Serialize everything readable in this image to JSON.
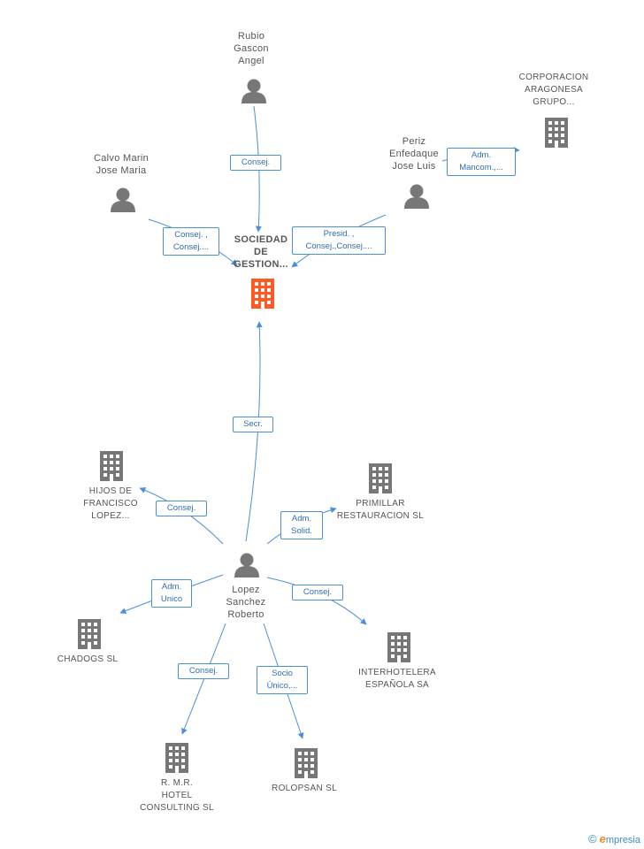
{
  "colors": {
    "edge": "#4a90d9",
    "node_gray": "#777777",
    "node_focus": "#ff5a24"
  },
  "nodes": {
    "sociedad": [
      "SOCIEDAD",
      "DE",
      "GESTION..."
    ],
    "rubio": [
      "Rubio",
      "Gascon",
      "Angel"
    ],
    "corporacion": [
      "CORPORACION",
      "ARAGONESA",
      "GRUPO..."
    ],
    "periz": [
      "Periz",
      "Enfedaque",
      "Jose Luis"
    ],
    "calvo": [
      "Calvo Marin",
      "Jose Maria"
    ],
    "hijos": [
      "HIJOS DE",
      "FRANCISCO",
      "LOPEZ..."
    ],
    "primillar": [
      "PRIMILLAR",
      "RESTAURACION SL"
    ],
    "lopez": [
      "Lopez",
      "Sanchez",
      "Roberto"
    ],
    "chadogs": [
      "CHADOGS SL"
    ],
    "interhotelera": [
      "INTERHOTELERA",
      "ESPAÑOLA SA"
    ],
    "rmr": [
      "R. M.R.",
      "HOTEL",
      "CONSULTING SL"
    ],
    "rolopsan": [
      "ROLOPSAN SL"
    ]
  },
  "edges": {
    "rubio_sociedad": [
      "Consej."
    ],
    "calvo_sociedad": [
      "Consej. ,",
      "Consej...."
    ],
    "periz_sociedad": [
      "Presid. ,",
      "Consej.,Consej...."
    ],
    "periz_corporacion": [
      "Adm.",
      "Mancom.,..."
    ],
    "lopez_sociedad": [
      "Secr."
    ],
    "lopez_hijos": [
      "Consej."
    ],
    "lopez_primillar": [
      "Adm.",
      "Solid."
    ],
    "lopez_chadogs": [
      "Adm.",
      "Unico"
    ],
    "lopez_interhotelera": [
      "Consej."
    ],
    "lopez_rmr": [
      "Consej."
    ],
    "lopez_rolopsan": [
      "Socio",
      "Único,..."
    ]
  },
  "footer": {
    "copyright": "©",
    "brand_e": "e",
    "brand_rest": "mpresia"
  }
}
